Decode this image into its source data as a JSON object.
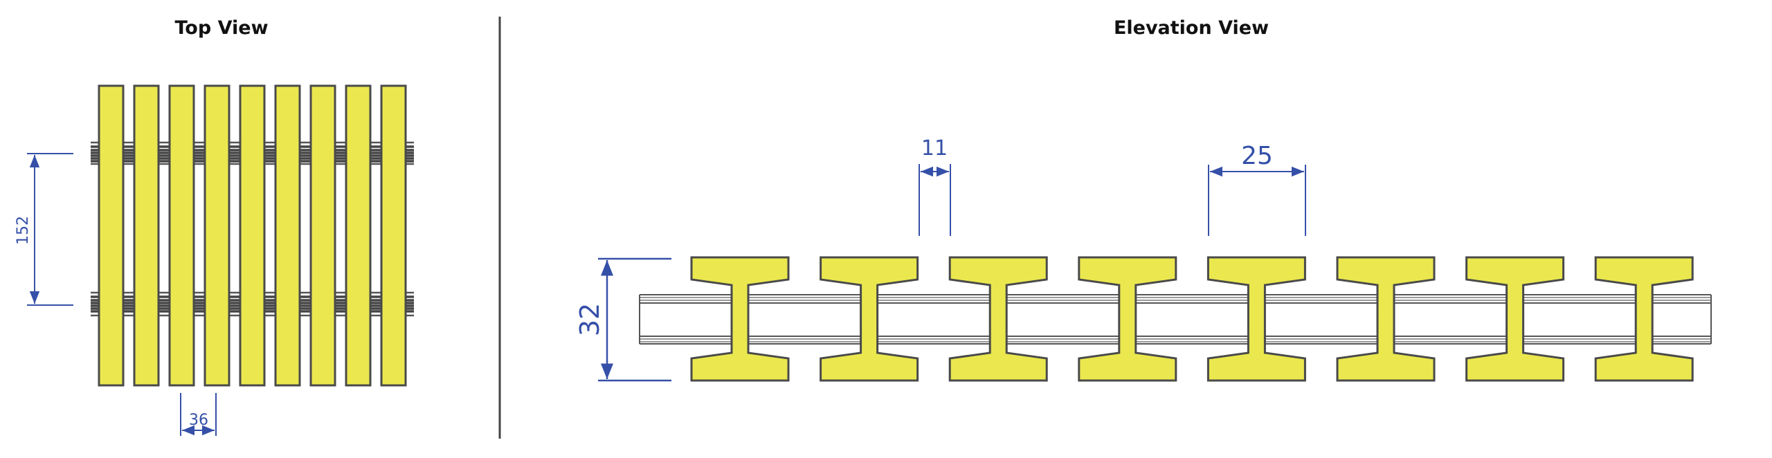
{
  "top_view": {
    "title": "Top View",
    "bar_count": 9,
    "dim_rail_spacing": "152",
    "dim_bar_pitch": "36"
  },
  "elevation_view": {
    "title": "Elevation View",
    "beam_count": 8,
    "dim_height": "32",
    "dim_gap": "11",
    "dim_pitch": "25"
  },
  "colors": {
    "bar_fill": "#EAE84E",
    "outline": "#4A4A4A",
    "dimension": "#3550A8",
    "divider": "#444444"
  }
}
